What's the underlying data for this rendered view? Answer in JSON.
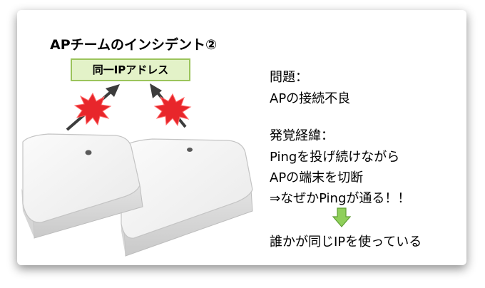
{
  "slide": {
    "title": "APチームのインシデント②",
    "label": "同一IPアドレス",
    "problem_heading": "問題：",
    "problem_text": "APの接続不良",
    "discovery_heading": "発覚経緯：",
    "discovery_lines": [
      "Pingを投げ続けながら",
      "APの端末を切断",
      "⇒なぜかPingが通る！！"
    ],
    "conclusion": "誰かが同じIPを使っている"
  },
  "colors": {
    "label_fill": "#e3f2c8",
    "label_border": "#9bc45b",
    "burst": "#e8262b",
    "arrow_green": "#8fcf5a"
  },
  "icons": {
    "access_point": "access-point-device",
    "collision": "collision-burst-icon",
    "arrow": "down-arrow-icon"
  }
}
